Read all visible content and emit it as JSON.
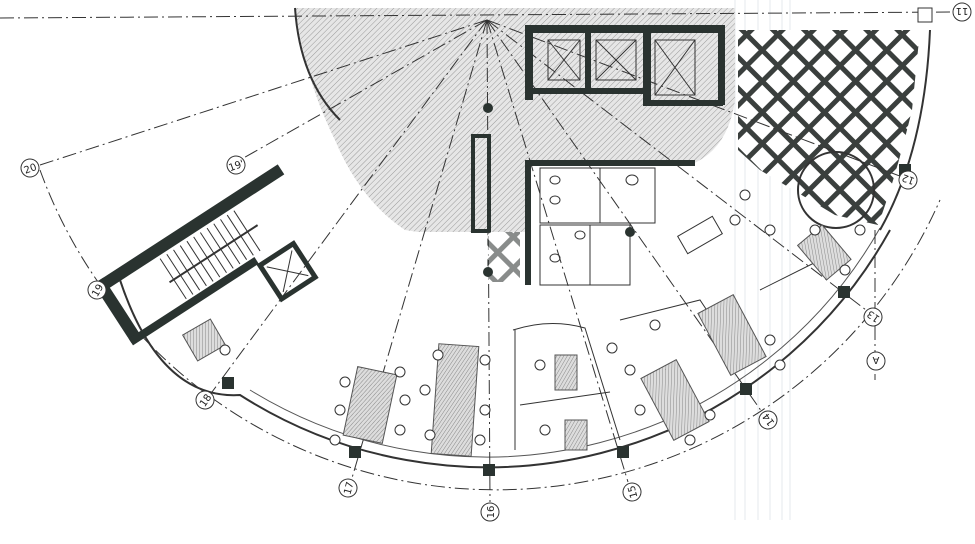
{
  "drawing": {
    "grid_labels": {
      "g11": "11",
      "g12": "12",
      "g13": "13",
      "gA": "A",
      "g14": "14",
      "g15": "15",
      "g16": "16",
      "g17": "17",
      "g18": "18",
      "g19": "19",
      "g19b": "19'",
      "g20": "20"
    },
    "colors": {
      "wall": "#2a3330",
      "hatch": "#9a9a9a",
      "line": "#333333"
    }
  }
}
